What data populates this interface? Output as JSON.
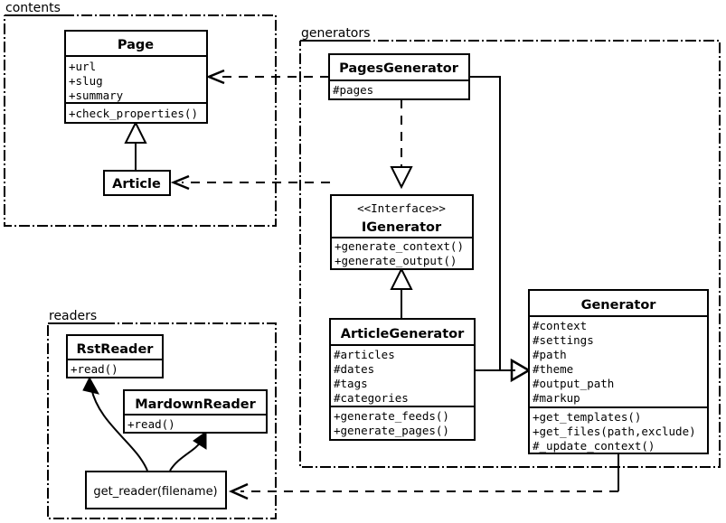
{
  "diagram": {
    "title": "UML class diagram",
    "background_color": "#ffffff",
    "line_color": "#000000"
  },
  "packages": [
    {
      "id": "contents",
      "label": "contents"
    },
    {
      "id": "generators",
      "label": "generators"
    },
    {
      "id": "readers",
      "label": "readers"
    }
  ],
  "classes": {
    "page": {
      "name": "Page",
      "attributes": [
        "+url",
        "+slug",
        "+summary"
      ],
      "methods": [
        "+check_properties()"
      ]
    },
    "article": {
      "name": "Article",
      "attributes": [],
      "methods": []
    },
    "pages_generator": {
      "name": "PagesGenerator",
      "attributes": [
        "#pages"
      ],
      "methods": []
    },
    "igenerator": {
      "stereotype": "<<Interface>>",
      "name": "IGenerator",
      "attributes": [],
      "methods": [
        "+generate_context()",
        "+generate_output()"
      ]
    },
    "article_generator": {
      "name": "ArticleGenerator",
      "attributes": [
        "#articles",
        "#dates",
        "#tags",
        "#categories"
      ],
      "methods": [
        "+generate_feeds()",
        "+generate_pages()"
      ]
    },
    "generator": {
      "name": "Generator",
      "attributes": [
        "#context",
        "#settings",
        "#path",
        "#theme",
        "#output_path",
        "#markup"
      ],
      "methods": [
        "+get_templates()",
        "+get_files(path,exclude)",
        "#_update_context()"
      ]
    },
    "rst_reader": {
      "name": "RstReader",
      "attributes": [],
      "methods": [
        "+read()"
      ]
    },
    "mardown_reader": {
      "name": "MardownReader",
      "attributes": [],
      "methods": [
        "+read()"
      ]
    },
    "get_reader": {
      "name": "get_reader(filename)"
    }
  },
  "relations": [
    {
      "id": "article-inherits-page",
      "from": "Article",
      "to": "Page",
      "type": "generalization"
    },
    {
      "id": "pagesgenerator-realizes-igenerator",
      "from": "PagesGenerator",
      "to": "IGenerator",
      "type": "realization"
    },
    {
      "id": "articlegenerator-realizes-igenerator",
      "from": "ArticleGenerator",
      "to": "IGenerator",
      "type": "realization"
    },
    {
      "id": "pagesgenerator-uses-page",
      "from": "PagesGenerator",
      "to": "Page",
      "type": "dependency"
    },
    {
      "id": "articlegenerator-uses-article",
      "from": "ArticleGenerator",
      "to": "Article",
      "type": "dependency"
    },
    {
      "id": "pagesgenerator-to-generator",
      "from": "PagesGenerator",
      "to": "Generator",
      "type": "aggregation"
    },
    {
      "id": "articlegenerator-to-generator",
      "from": "ArticleGenerator",
      "to": "Generator",
      "type": "aggregation"
    },
    {
      "id": "generator-uses-get_reader",
      "from": "Generator",
      "to": "get_reader",
      "type": "dependency"
    },
    {
      "id": "get_reader-creates-rstreader",
      "from": "get_reader",
      "to": "RstReader",
      "type": "creates"
    },
    {
      "id": "get_reader-creates-mardownreader",
      "from": "get_reader",
      "to": "MardownReader",
      "type": "creates"
    }
  ]
}
